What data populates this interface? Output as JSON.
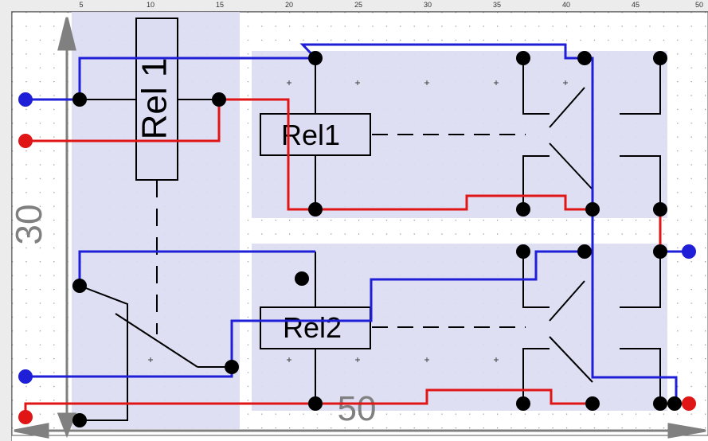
{
  "ruler": {
    "top_labels": [
      "5",
      "10",
      "15",
      "20",
      "25",
      "30",
      "35",
      "40",
      "45",
      "50"
    ]
  },
  "dimensions": {
    "vertical": "30",
    "horizontal": "50"
  },
  "relays": {
    "rel1_coil_label": "Rel 1",
    "rel1_contact_label": "Rel1",
    "rel2_contact_label": "Rel2"
  },
  "colors": {
    "wire_blue": "#1f1fd8",
    "wire_red": "#e01515",
    "zone_fill": "#dcdcf2",
    "dot_black": "#000000",
    "dimension_gray": "#808080"
  }
}
